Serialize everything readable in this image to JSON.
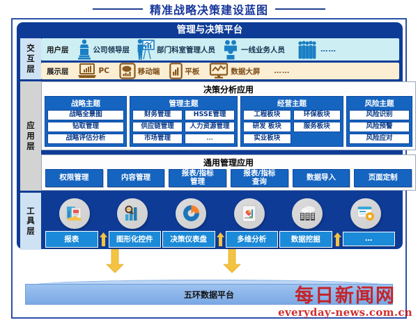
{
  "title": "精准战略决策建设蓝图",
  "platform": {
    "title": "管理与决策平台"
  },
  "layers": {
    "interaction_label": "交互层",
    "application_label": "应用层",
    "tools_label": "工具层"
  },
  "user_row": {
    "label": "用户层",
    "items": [
      {
        "icon": "podium-speaker-icon",
        "label": "公司领导层"
      },
      {
        "icon": "presenter-chart-icon",
        "label": "部门科室管理人员"
      },
      {
        "icon": "people-group-icon",
        "label": "一线业务人员"
      },
      {
        "icon": "crowd-icon",
        "label": "……"
      }
    ]
  },
  "display_row": {
    "label": "展示层",
    "items": [
      {
        "icon": "laptop-icon",
        "label": "PC"
      },
      {
        "icon": "monitor-pie-icon",
        "label": "移动端"
      },
      {
        "icon": "tablet-bars-icon",
        "label": "平板"
      },
      {
        "icon": "bigscreen-line-icon",
        "label": "数据大屏"
      },
      {
        "icon": "ellipsis-icon",
        "label": "……"
      }
    ]
  },
  "decision_panel": {
    "title": "决策分析应用",
    "themes": [
      {
        "name": "战略主题",
        "columns": [
          [
            "战略全景图",
            "钻取管理",
            "战略评估分析"
          ]
        ]
      },
      {
        "name": "管理主题",
        "columns": [
          [
            "财务管理",
            "供应链管理",
            "市场管理"
          ],
          [
            "HSSE管理",
            "人力资源管理",
            "…"
          ]
        ]
      },
      {
        "name": "经营主题",
        "columns": [
          [
            "工程板块",
            "研发 板块",
            "实业板块"
          ],
          [
            "环保板块",
            "服务板块"
          ]
        ]
      },
      {
        "name": "风险主题",
        "columns": [
          [
            "风险识别",
            "风险预警",
            "风险应对"
          ]
        ]
      }
    ]
  },
  "general_panel": {
    "title": "通用管理应用",
    "buttons": [
      "权限管理",
      "内容管理",
      "报表/指标\n管理",
      "报表/指标\n查询",
      "数据导入",
      "页面定制"
    ]
  },
  "tools_row": {
    "items": [
      {
        "icon": "report-document-icon",
        "label": "报表"
      },
      {
        "icon": "chart-widget-icon",
        "label": "图形化控件"
      },
      {
        "icon": "dashboard-donut-icon",
        "label": "决策仪表盘"
      },
      {
        "icon": "multidim-tablet-icon",
        "label": "多维分析"
      },
      {
        "icon": "data-mining-server-icon",
        "label": "数据挖掘"
      },
      {
        "icon": "settings-window-icon",
        "label": "…"
      }
    ]
  },
  "data_platform": {
    "label": "五环数据平台"
  },
  "watermark": {
    "cn": "每日新闻网",
    "en": "everyday-news.com.cn"
  },
  "colors": {
    "navy": "#0e3b96",
    "title_blue": "#17379b",
    "theme_blue": "#1565c0",
    "tool_blue": "#1b8ad8",
    "user_band": "#cdeef2",
    "display_band": "#fbeed2",
    "arrow_gold": "#f5c342",
    "watermark_red": "#cc1111"
  }
}
